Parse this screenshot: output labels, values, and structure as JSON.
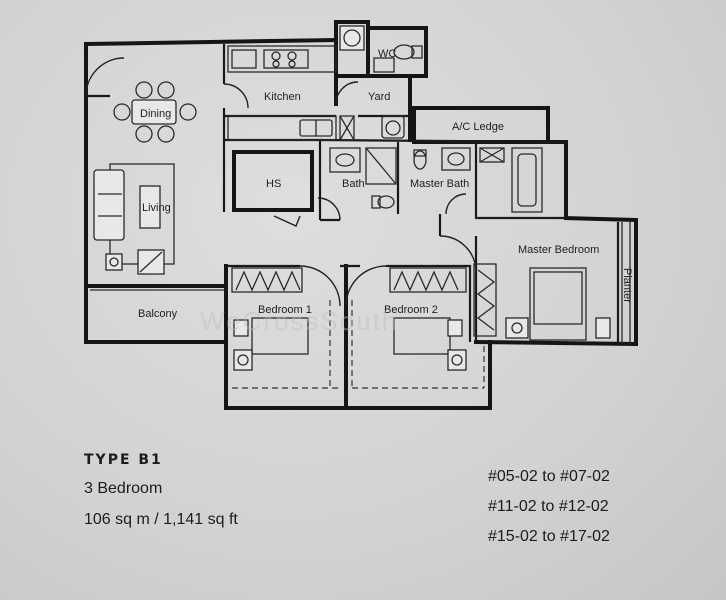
{
  "rooms": {
    "wc": "WC",
    "kitchen": "Kitchen",
    "yard": "Yard",
    "dining": "Dining",
    "ac_ledge": "A/C Ledge",
    "hs": "HS",
    "bath": "Bath",
    "master_bath": "Master Bath",
    "living": "Living",
    "master_bedroom": "Master Bedroom",
    "planter": "Planter",
    "balcony": "Balcony",
    "bedroom_1": "Bedroom 1",
    "bedroom_2": "Bedroom 2"
  },
  "watermark": "WeCrossSouth",
  "unit": {
    "type": "TYPE B1",
    "bedrooms": "3 Bedroom",
    "area": "106 sq m / 1,141 sq ft",
    "ranges": [
      "#05-02 to #07-02",
      "#11-02 to #12-02",
      "#15-02 to #17-02"
    ]
  }
}
